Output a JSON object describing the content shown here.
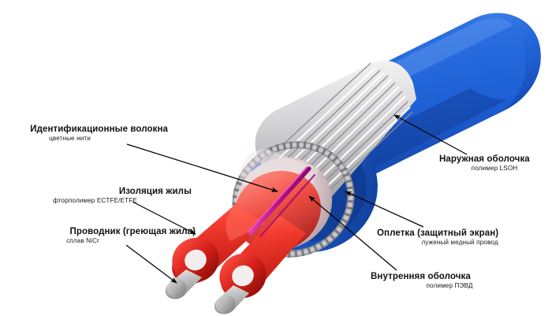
{
  "figure": {
    "subject": "heating-cable-cutaway",
    "background": "#ffffff"
  },
  "colors": {
    "outer_jacket": "#1d5fd4",
    "outer_jacket_dark": "#1546a8",
    "outer_jacket_light": "#3d7ee8",
    "braid_strand": "#d9d9d9",
    "braid_strand_dark": "#8f8f92",
    "inner_sheath": "#d8c9cc",
    "insulation_red": "#e52a22",
    "insulation_red_light": "#fb5b4c",
    "conductor_gray": "#bdbdbd",
    "fiber_magenta": "#c4189a",
    "leader_line": "#000000",
    "text": "#111111"
  },
  "callouts": [
    {
      "id": "fibers",
      "title": "Идентификационные волокна",
      "subtitle": "цветные нити",
      "side": "left"
    },
    {
      "id": "insulation",
      "title": "Изоляция жилы",
      "subtitle": "фторполимер ECTFE/ETFE",
      "side": "left"
    },
    {
      "id": "conductor",
      "title": "Проводник (греющая жила)",
      "subtitle": "сплав NiCr",
      "side": "left"
    },
    {
      "id": "outer",
      "title": "Наружная оболочка",
      "subtitle": "полимер LSOH",
      "side": "right"
    },
    {
      "id": "braid",
      "title": "Оплетка (защитный экран)",
      "subtitle": "луженый медный провод",
      "side": "right"
    },
    {
      "id": "inner",
      "title": "Внутренняя оболочка",
      "subtitle": "полимер ПЭВД",
      "side": "right"
    }
  ]
}
